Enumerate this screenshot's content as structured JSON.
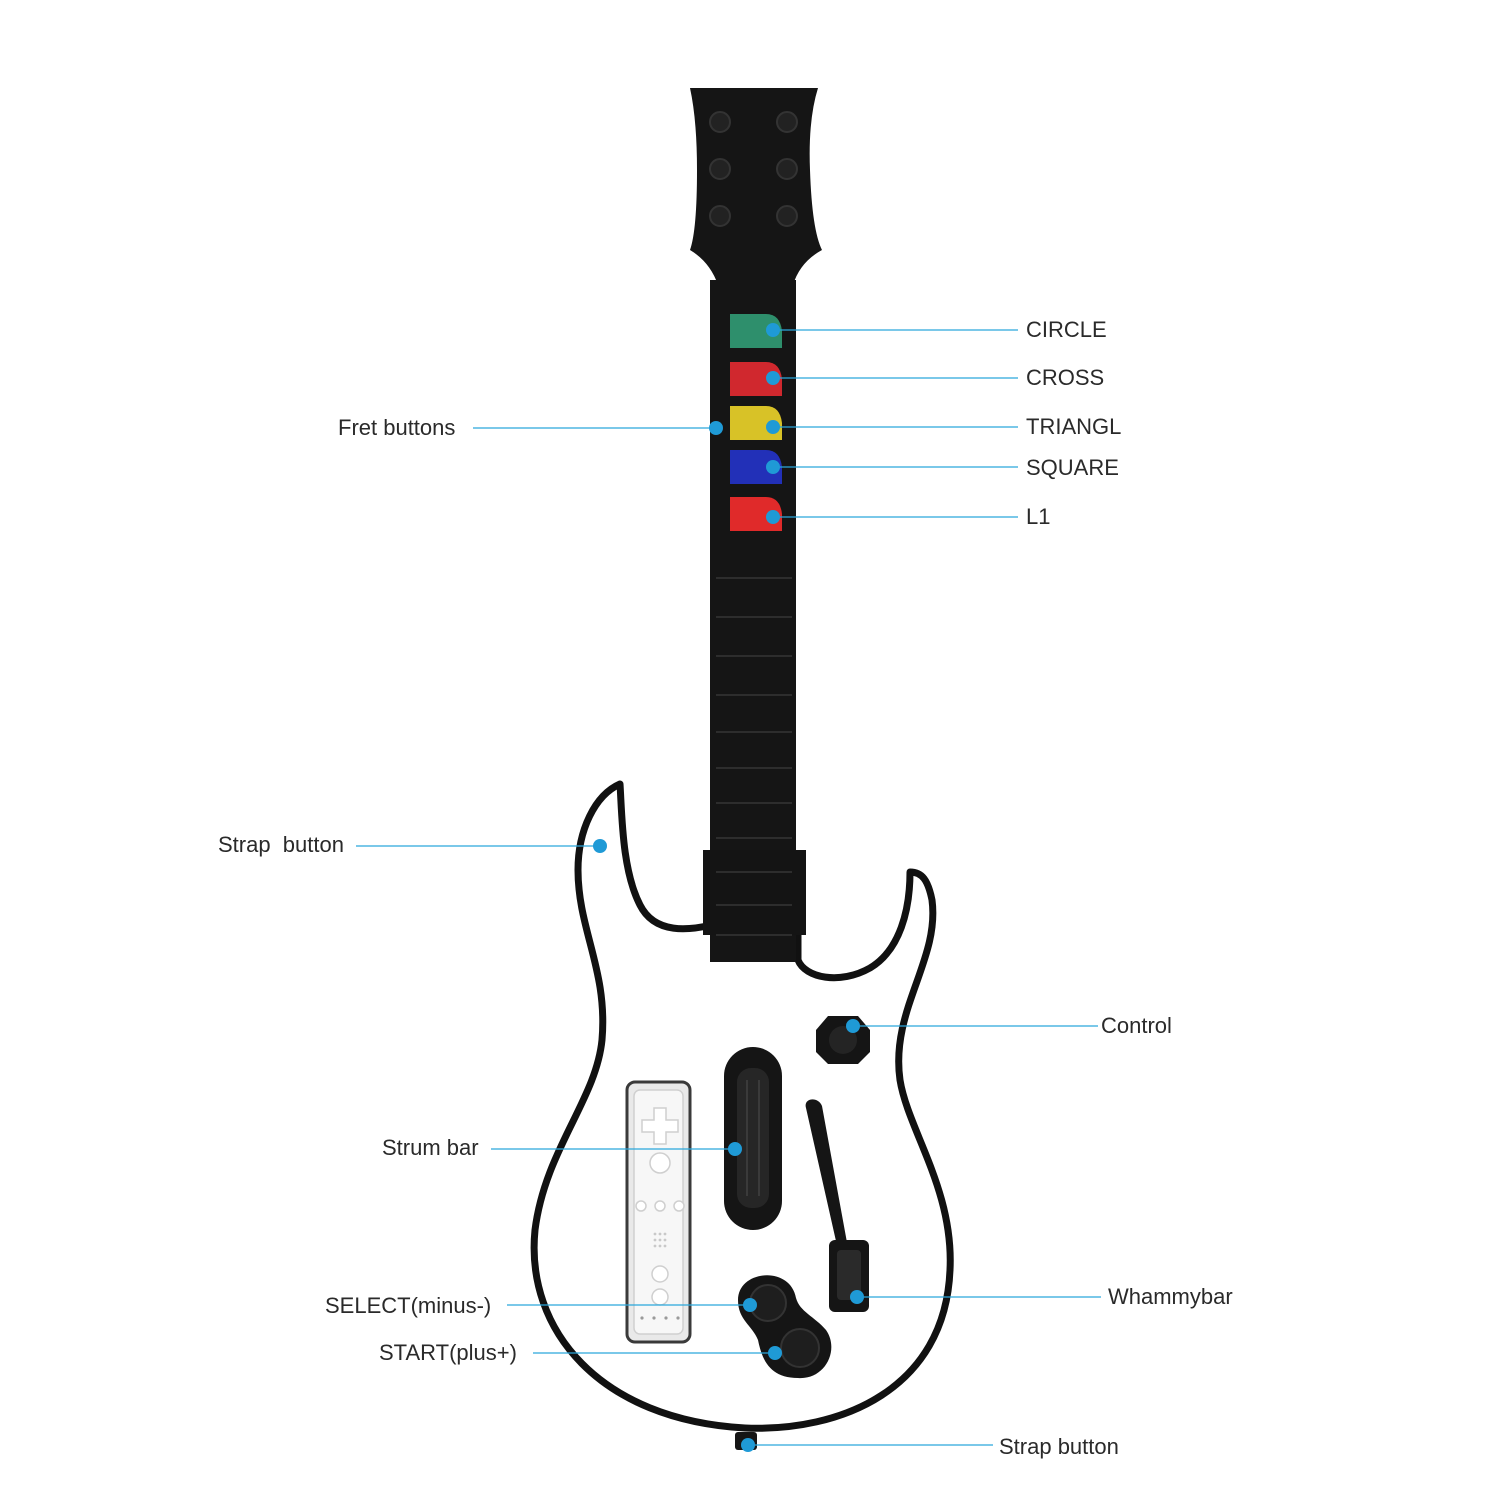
{
  "product": {
    "body_color": "#ffffff",
    "outline_color": "#111111",
    "neck_color": "#151515",
    "accent_line_color": "#2aa7dc"
  },
  "fret_buttons": [
    {
      "name": "green",
      "color": "#2e8f6c"
    },
    {
      "name": "red",
      "color": "#d0282e"
    },
    {
      "name": "yellow",
      "color": "#d8c227"
    },
    {
      "name": "blue",
      "color": "#2230b8"
    },
    {
      "name": "red-2",
      "color": "#e02a2a"
    }
  ],
  "labels": {
    "circle": "CIRCLE",
    "cross": "CROSS",
    "triangl": "TRIANGL",
    "square": "SQUARE",
    "l1": "L1",
    "fret_buttons": "Fret buttons",
    "strap_button_top": "Strap  button",
    "control": "Control",
    "strum_bar": "Strum bar",
    "whammybar": "Whammybar",
    "select": "SELECT(minus-)",
    "start": "START(plus+)",
    "strap_button_bottom": "Strap button"
  }
}
